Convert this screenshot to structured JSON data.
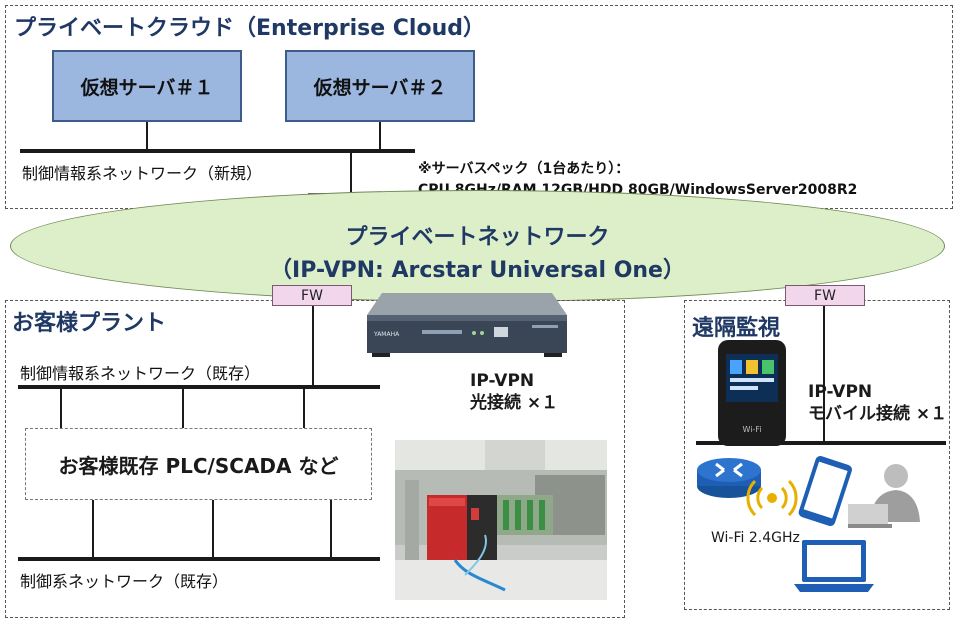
{
  "cloud": {
    "title": "プライベートクラウド（Enterprise Cloud）",
    "server1": "仮想サーバ＃１",
    "server2": "仮想サーバ＃２",
    "network_label": "制御情報系ネットワーク（新規）",
    "spec_heading": "※サーバスペック（1台あたり）：",
    "spec_detail": "CPU 8GHz/RAM 12GB/HDD 80GB/WindowsServer2008R2"
  },
  "fw_label": "FW",
  "private_network": {
    "line1": "プライベートネットワーク",
    "line2": "（IP-VPN: Arcstar Universal One）"
  },
  "plant": {
    "title": "お客様プラント",
    "info_network_label": "制御情報系ネットワーク（既存）",
    "plc_label": "お客様既存 PLC/SCADA など",
    "control_network_label": "制御系ネットワーク（既存）",
    "vpn_line1": "IP-VPN",
    "vpn_line2": "光接続 ×１",
    "router_brand": "YAMAHA"
  },
  "remote": {
    "title": "遠隔監視",
    "vpn_line1": "IP-VPN",
    "vpn_line2": "モバイル接続 ×１",
    "wifi_label": "Wi-Fi 2.4GHz",
    "router_brand": "Wi-Fi"
  },
  "colors": {
    "server_fill": "#9bb7e0",
    "fw_fill": "#f2d6ec",
    "network_fill": "#dcefc9",
    "title_text": "#1f3864",
    "device_blue": "#1e5fb5"
  }
}
